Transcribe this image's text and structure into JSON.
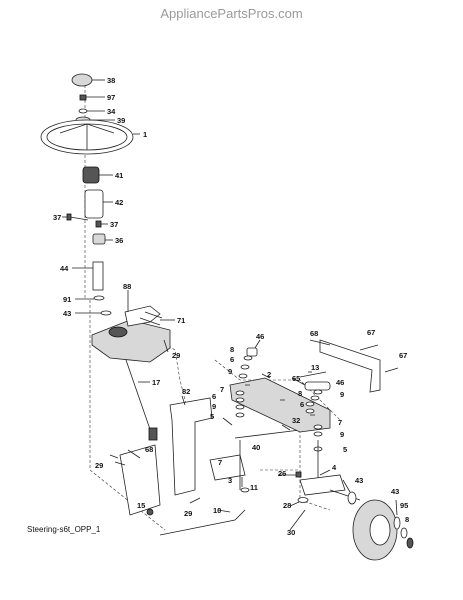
{
  "watermark": "AppliancePartsPros.com",
  "caption": "Steering-s6t_OPP_1",
  "callouts": {
    "c38": "38",
    "c97": "97",
    "c34": "34",
    "c39": "39",
    "c1": "1",
    "c41": "41",
    "c42": "42",
    "c37a": "37",
    "c37b": "37",
    "c36": "36",
    "c44": "44",
    "c88": "88",
    "c91": "91",
    "c43a": "43",
    "c71": "71",
    "c29a": "29",
    "c17": "17",
    "c46a": "46",
    "c8a": "8",
    "c6a": "6",
    "c9a": "9",
    "c68a": "68",
    "c67a": "67",
    "c67b": "67",
    "c13": "13",
    "c65": "65",
    "c2": "2",
    "c46b": "46",
    "c9b": "9",
    "c8b": "8",
    "c6b": "6",
    "c7a": "7",
    "c6c": "6",
    "c9c": "9",
    "c5a": "5",
    "c82": "82",
    "c7b": "7",
    "c9d": "9",
    "c5b": "5",
    "c32": "32",
    "c40": "40",
    "c29b": "29",
    "c68b": "68",
    "c26": "26",
    "c7c": "7",
    "c3": "3",
    "c11": "11",
    "c4": "4",
    "c43b": "43",
    "c28": "28",
    "c15": "15",
    "c29c": "29",
    "c10": "10",
    "c30": "30",
    "c43c": "43",
    "c95": "95",
    "c8c": "8"
  }
}
